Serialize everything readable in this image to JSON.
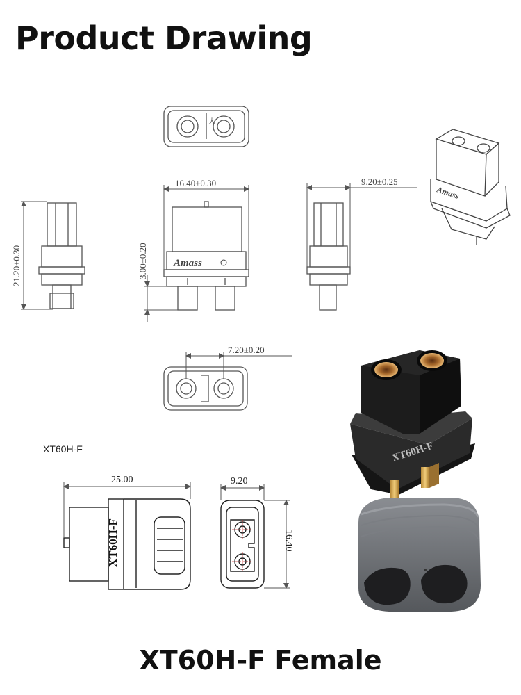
{
  "title": "Product Drawing",
  "footer": "XT60H-F Female",
  "model_label": "XT60H-F",
  "brand": "Amass",
  "top_view_mark": "大",
  "body_marking": "XT60H-F",
  "dimensions": {
    "width_top": "16.40±0.30",
    "depth_right": "9.20±0.25",
    "height_left": "21.20±0.30",
    "pin_offset": "3.00±0.20",
    "pin_pitch": "7.20±0.20",
    "length_bottom": "25.00",
    "width_bottom": "9.20",
    "height_bottom": "16.40"
  },
  "colors": {
    "line": "#555555",
    "connector_black": "#1c1c1c",
    "contact_gold": "#c8963e",
    "sleeve_gray": "#6f7277"
  }
}
